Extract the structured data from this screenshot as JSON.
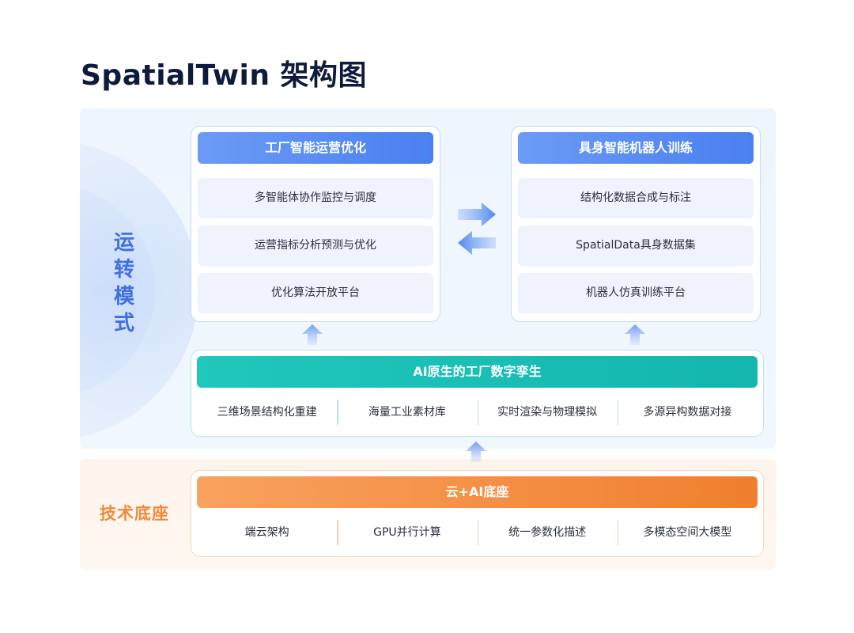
{
  "title": "SpatialTwin 架构图",
  "operation_mode_label": [
    "运",
    "转",
    "模",
    "式"
  ],
  "tech_base_label": "技术底座",
  "left_card": {
    "header": "工厂智能运营优化",
    "items": [
      "多智能体协作监控与调度",
      "运营指标分析预测与优化",
      "优化算法开放平台"
    ]
  },
  "right_card": {
    "header": "具身智能机器人训练",
    "items": [
      "结构化数据合成与标注",
      "SpatialData具身数据集",
      "机器人仿真训练平台"
    ]
  },
  "digital_twin": {
    "header": "AI原生的工厂数字孪生",
    "items": [
      "三维场景结构化重建",
      "海量工业素材库",
      "实时渲染与物理模拟",
      "多源异构数据对接"
    ]
  },
  "cloud_ai_base": {
    "header": "云+AI底座",
    "items": [
      "端云架构",
      "GPU并行计算",
      "统一参数化描述",
      "多模态空间大模型"
    ]
  },
  "colors": {
    "title": "#0f1b3d",
    "blue_accent": "#4a80f0",
    "teal_accent": "#14b6ae",
    "orange_accent": "#f07f2e",
    "operation_label": "#3f6fe0",
    "tech_label": "#f08a3c"
  },
  "icons": [
    "arrow-right-icon",
    "arrow-left-icon",
    "arrow-up-icon"
  ]
}
